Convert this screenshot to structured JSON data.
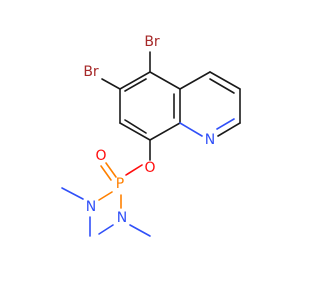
{
  "molecule": {
    "atoms": {
      "br1": "Br",
      "br2": "Br",
      "n_ring": "N",
      "o_ester": "O",
      "o_double": "O",
      "p": "P",
      "n1": "N",
      "n2": "N"
    },
    "colors": {
      "carbon_bond": "#1a1a1a",
      "bromine": "#a62929",
      "oxygen": "#ff0d0d",
      "phosphorus": "#ff8000",
      "nitrogen": "#3050f8"
    }
  }
}
